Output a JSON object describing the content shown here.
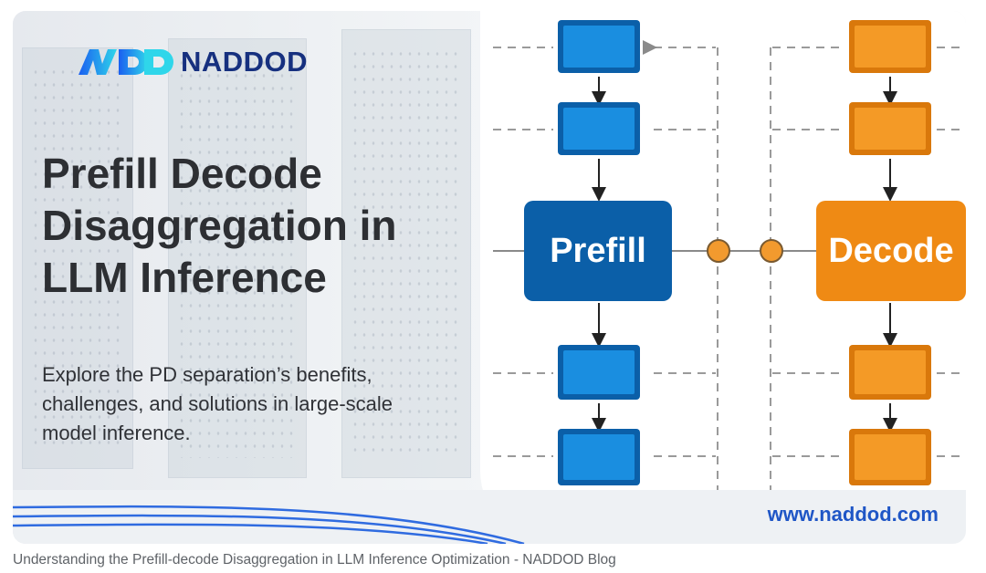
{
  "banner": {
    "logo": {
      "brand": "NADDOD"
    },
    "title_lines": [
      "Prefill Decode",
      "Disaggregation in",
      "LLM Inference"
    ],
    "subtitle_lines": [
      "Explore the PD separation’s benefits,",
      "challenges, and solutions in large-scale",
      "model inference."
    ],
    "url": "www.naddod.com",
    "diagram": {
      "prefill_label": "Prefill",
      "decode_label": "Decode",
      "colors": {
        "prefill": "#0b5fa8",
        "prefill_box": "#1a8ee0",
        "decode": "#ef8a14",
        "decode_box": "#f49a26",
        "node": "#f29a2e"
      }
    }
  },
  "caption": "Understanding the Prefill-decode Disaggregation in LLM Inference  Optimization - NADDOD Blog",
  "colors": {
    "brand_dark": "#16307f",
    "brand_blue": "#1f56c6",
    "logo_gradient": [
      "#1a6cf0",
      "#2fd4e8"
    ]
  }
}
